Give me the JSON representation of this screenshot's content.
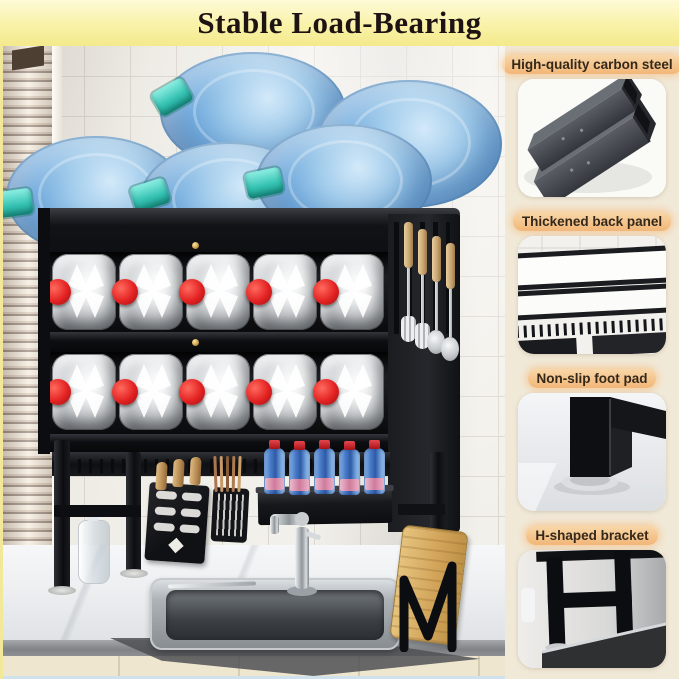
{
  "banner": {
    "title": "Stable Load-Bearing",
    "background_color": "#f8f0a0",
    "text_color": "#1e1313"
  },
  "features": [
    {
      "label": "High-quality carbon steel",
      "icon": "steel-tubes-photo"
    },
    {
      "label": "Thickened back panel",
      "icon": "back-panel-photo"
    },
    {
      "label": "Non-slip foot pad",
      "icon": "foot-pad-photo"
    },
    {
      "label": "H-shaped bracket",
      "icon": "h-bracket-photo"
    }
  ],
  "feature_label_style": {
    "background": "#f5c08a",
    "text_color": "#33281a"
  },
  "scene": {
    "top_jug_count": 5,
    "shelf_count": 2,
    "jugs_per_shelf": 5,
    "hanging_utensil_count": 4,
    "basket_bottle_count": 5,
    "chopstick_count": 5,
    "knife_count": 3,
    "rack_color": "#121317",
    "blue_jug_color": "#6fa9dc",
    "blue_jug_cap_color": "#35c2b2",
    "shelf_jug_cap_color": "#e32222",
    "bottle_color": "#4a7cc9",
    "bottle_cap_color": "#c0181f",
    "wood_color": "#d3a65c"
  }
}
